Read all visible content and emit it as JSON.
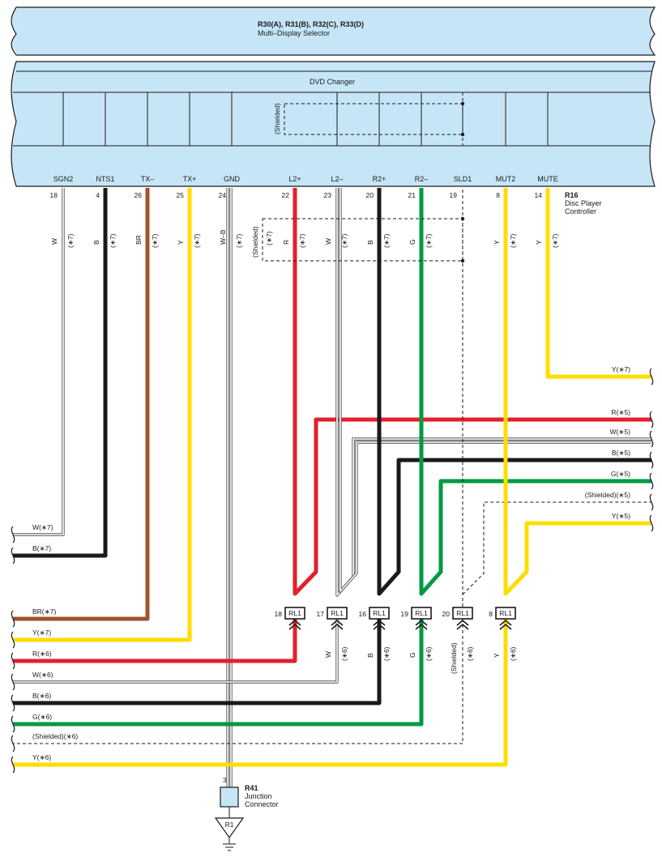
{
  "selector": {
    "title": "R30(A), R31(B), R32(C), R33(D)",
    "subtitle": "Multi–Display Selector"
  },
  "changer": {
    "title": "DVD Changer",
    "shield_label": "(Shielded)"
  },
  "controller": {
    "id": "R16",
    "name_line1": "Disc Player",
    "name_line2": "Controller",
    "terminals": [
      {
        "name": "SGN2",
        "pin": "18",
        "color": "W",
        "note": "(∗7)"
      },
      {
        "name": "NTS1",
        "pin": "4",
        "color": "B",
        "note": "(∗7)"
      },
      {
        "name": "TX–",
        "pin": "26",
        "color": "BR",
        "note": "(∗7)"
      },
      {
        "name": "TX+",
        "pin": "25",
        "color": "Y",
        "note": "(∗7)"
      },
      {
        "name": "GND",
        "pin": "24",
        "color": "W–B",
        "note": "(∗7)"
      },
      {
        "name": "L2+",
        "pin": "22",
        "color": "R",
        "note": "(∗7)"
      },
      {
        "name": "L2–",
        "pin": "23",
        "color": "W",
        "note": "(∗7)"
      },
      {
        "name": "R2+",
        "pin": "20",
        "color": "B",
        "note": "(∗7)"
      },
      {
        "name": "R2–",
        "pin": "21",
        "color": "G",
        "note": "(∗7)"
      },
      {
        "name": "SLD1",
        "pin": "19",
        "color": "",
        "note": ""
      },
      {
        "name": "MUT2",
        "pin": "8",
        "color": "Y",
        "note": "(∗7)"
      },
      {
        "name": "MUTE",
        "pin": "14",
        "color": "Y",
        "note": "(∗7)"
      }
    ],
    "shield_label": "(Shielded)",
    "shield_note": "(∗7)"
  },
  "right_labels": [
    "Y(∗7)",
    "R(∗5)",
    "W(∗5)",
    "B(∗5)",
    "G(∗5)",
    "(Shielded)(∗5)",
    "Y(∗5)"
  ],
  "left_labels": [
    "W(∗7)",
    "B(∗7)",
    "BR(∗7)",
    "Y(∗7)",
    "R(∗6)",
    "W(∗6)",
    "B(∗6)",
    "G(∗6)",
    "(Shielded)(∗6)",
    "Y(∗6)"
  ],
  "rl1_connectors": [
    {
      "pin": "18",
      "label": "RL1",
      "color": "",
      "note": ""
    },
    {
      "pin": "17",
      "label": "RL1",
      "color": "W",
      "note": "(∗6)"
    },
    {
      "pin": "16",
      "label": "RL1",
      "color": "B",
      "note": "(∗6)"
    },
    {
      "pin": "19",
      "label": "RL1",
      "color": "G",
      "note": "(∗6)"
    },
    {
      "pin": "20",
      "label": "RL1",
      "color": "(Shielded)",
      "note": "(∗6)"
    },
    {
      "pin": "8",
      "label": "RL1",
      "color": "Y",
      "note": "(∗6)"
    }
  ],
  "junction": {
    "pin": "3",
    "id": "R41",
    "name_line1": "Junction",
    "name_line2": "Connector"
  },
  "ground": {
    "label": "R1"
  },
  "colors": {
    "box": "#c6e6f8",
    "red": "#e3202b",
    "black": "#1a1a1a",
    "brown": "#a0522d",
    "yellow": "#ffdd00",
    "green": "#009a44",
    "white_wire": "#b4b4b4"
  }
}
